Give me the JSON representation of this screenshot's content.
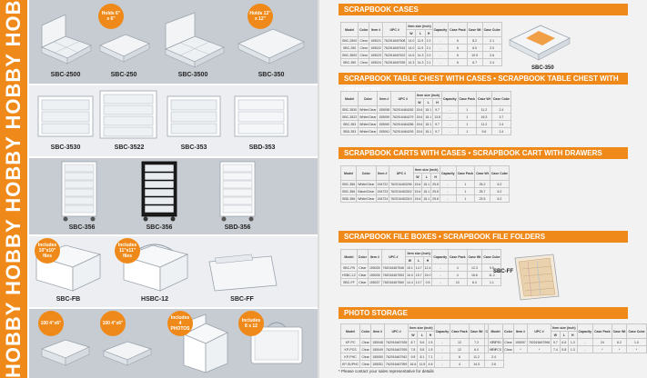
{
  "spine": {
    "text": "HOBBY HOBBY HOBBY HOBBY HOBBY HOBBY"
  },
  "colors": {
    "accent": "#ef8a1a",
    "band_dark": "#c7ccd2",
    "band_light": "#eceef1"
  },
  "left_products": [
    {
      "code": "SBC-2500"
    },
    {
      "code": "SBC-250"
    },
    {
      "code": "SBC-3500"
    },
    {
      "code": "SBC-350"
    },
    {
      "code": "SBC-3530"
    },
    {
      "code": "SBC-3522"
    },
    {
      "code": "SBC-353"
    },
    {
      "code": "SBD-353"
    },
    {
      "code": "SBC-356"
    },
    {
      "code": "SBC-356"
    },
    {
      "code": "SBD-356"
    },
    {
      "code": "SBC-FB"
    },
    {
      "code": "HSBC-12"
    },
    {
      "code": "SBC-FF"
    }
  ],
  "badges": {
    "b1": "Holds 6\" x 6\"",
    "b2": "Holds 12\" x 12\"",
    "b3": "Includes 10\"x10\" files",
    "b4": "Includes 11\"x11\" files",
    "b5": "100 4\"x6\"",
    "b6": "100 4\"x6\"",
    "b7": "Includes 4 PHOTOS",
    "b8": "Includes 8 x 12"
  },
  "right": {
    "sections": [
      {
        "title": "SCRAPBOOK CASES"
      },
      {
        "title": "SCRAPBOOK TABLE CHEST WITH CASES • SCRAPBOOK TABLE CHEST WITH DRAWERS"
      },
      {
        "title": "SCRAPBOOK CARTS WITH CASES • SCRAPBOOK CART WITH DRAWERS"
      },
      {
        "title": "SCRAPBOOK FILE BOXES • SCRAPBOOK FILE FOLDERS"
      },
      {
        "title": "PHOTO STORAGE"
      }
    ],
    "table_headers": [
      "Model",
      "Color",
      "Item #",
      "UPC #",
      "W",
      "L",
      "H",
      "Capacity",
      "Case Pack",
      "Case Wt",
      "Case Cube"
    ],
    "size_label": "Item size (inch)",
    "cap_350": "SBC-350",
    "cap_ff": "SBC-FF",
    "note": "* Please contact your sales representative for details"
  },
  "rows": {
    "s1": [
      [
        "SBC-2500",
        "Clear",
        "155021",
        "762016467508",
        "14.0",
        "11.9",
        "2.2",
        "-",
        "6",
        "8.2",
        "2.1"
      ],
      [
        "SBC-250",
        "Clear",
        "155022",
        "762016467515",
        "14.0",
        "11.9",
        "2.1",
        "-",
        "6",
        "6.0",
        "2.0"
      ],
      [
        "SBC-3500",
        "Clear",
        "155023",
        "762016467522",
        "14.6",
        "14.3",
        "2.2",
        "-",
        "6",
        "10.9",
        "2.6"
      ],
      [
        "SBC-350",
        "Clear",
        "155024",
        "762016467539",
        "14.3",
        "14.3",
        "2.1",
        "-",
        "6",
        "6.7",
        "2.4"
      ]
    ],
    "s2": [
      [
        "SBC-3530",
        "White/Clear",
        "155058",
        "762016464262",
        "15.6",
        "15.1",
        "9.7",
        "-",
        "1",
        "11.2",
        "2.4"
      ],
      [
        "SBC-3522",
        "White/Clear",
        "155059",
        "762016464279",
        "15.6",
        "15.1",
        "13.8",
        "-",
        "1",
        "16.3",
        "3.7"
      ],
      [
        "SBC-353",
        "White/Clear",
        "155060",
        "762016464286",
        "15.6",
        "15.1",
        "9.7",
        "-",
        "1",
        "11.2",
        "2.4"
      ],
      [
        "SBD-353",
        "White/Clear",
        "155061",
        "762016464293",
        "15.6",
        "15.1",
        "9.7",
        "-",
        "1",
        "9.6",
        "2.4"
      ]
    ],
    "s3": [
      [
        "SBC-356",
        "White/Clear",
        "154722",
        "762016463296",
        "15.6",
        "15.1",
        "25.8",
        "-",
        "1",
        "25.2",
        "6.2"
      ],
      [
        "SBC-356",
        "Black/Clear",
        "154723",
        "762016463302",
        "15.6",
        "15.1",
        "25.8",
        "-",
        "1",
        "25.7",
        "6.2"
      ],
      [
        "SBD-356",
        "White/Clear",
        "154724",
        "762016463319",
        "15.6",
        "15.1",
        "25.8",
        "-",
        "1",
        "23.5",
        "6.2"
      ]
    ],
    "s4": [
      [
        "SBC-FB",
        "Clear",
        "155025",
        "762016467546",
        "15.1",
        "14.7",
        "12.4",
        "-",
        "4",
        "12.3",
        "9.5"
      ],
      [
        "HSBC-12",
        "Clear",
        "155026",
        "762016467553",
        "16.0",
        "15.7",
        "15.0",
        "-",
        "4",
        "16.6",
        "11.2"
      ],
      [
        "SBC-FF",
        "Clear",
        "155027",
        "762016467560",
        "14.4",
        "13.7",
        "0.5",
        "-",
        "10",
        "6.4",
        "1.1"
      ]
    ],
    "s5a": [
      [
        "KP-PC",
        "Clear",
        "155048",
        "762016467928",
        "8.7",
        "5.6",
        "1.5",
        "-",
        "12",
        "7.2",
        "1.0"
      ],
      [
        "KP-PCS",
        "Clear",
        "155049",
        "762016467935",
        "7.8",
        "5.8",
        "1.5",
        "-",
        "12",
        "6.0",
        "0.9"
      ],
      [
        "KP-PHC",
        "Clear",
        "155050",
        "762016467942",
        "9.8",
        "8.1",
        "7.1",
        "-",
        "6",
        "11.2",
        "2.4"
      ],
      [
        "KP-SUPHC",
        "Clear",
        "155051",
        "762016467959",
        "16.6",
        "11.5",
        "4.8",
        "-",
        "4",
        "14.3",
        "2.6"
      ]
    ],
    "s5b": [
      [
        "KP-P50",
        "Clear",
        "155057",
        "762016467966",
        "9.7",
        "6.6",
        "1.3",
        "-",
        "24",
        "6.2",
        "1.0"
      ],
      [
        "KP-PCS",
        "Clear",
        "*",
        "*",
        "7.4",
        "5.8",
        "1.3",
        "-",
        "*",
        "*",
        "*"
      ]
    ]
  }
}
